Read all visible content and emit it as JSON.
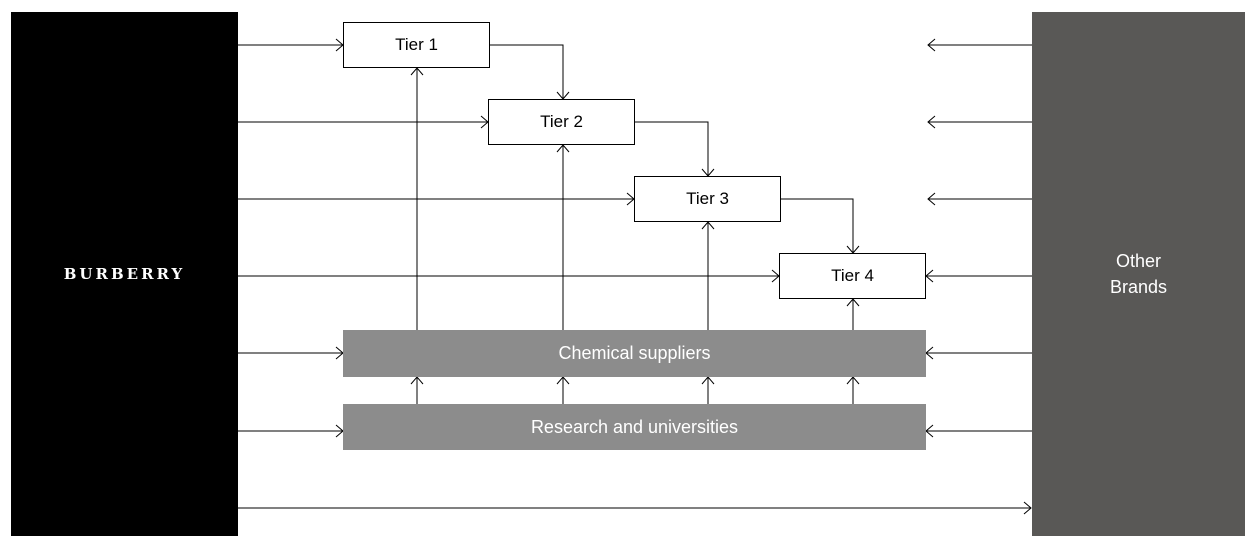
{
  "left_panel": {
    "logo": "BURBERRY",
    "color": "#000000"
  },
  "right_panel": {
    "label": "Other Brands",
    "color": "#595856"
  },
  "tiers": [
    {
      "label": "Tier 1"
    },
    {
      "label": "Tier 2"
    },
    {
      "label": "Tier 3"
    },
    {
      "label": "Tier 4"
    }
  ],
  "bars": {
    "chemical": "Chemical suppliers",
    "research": "Research and universities",
    "color": "#8c8c8c"
  }
}
